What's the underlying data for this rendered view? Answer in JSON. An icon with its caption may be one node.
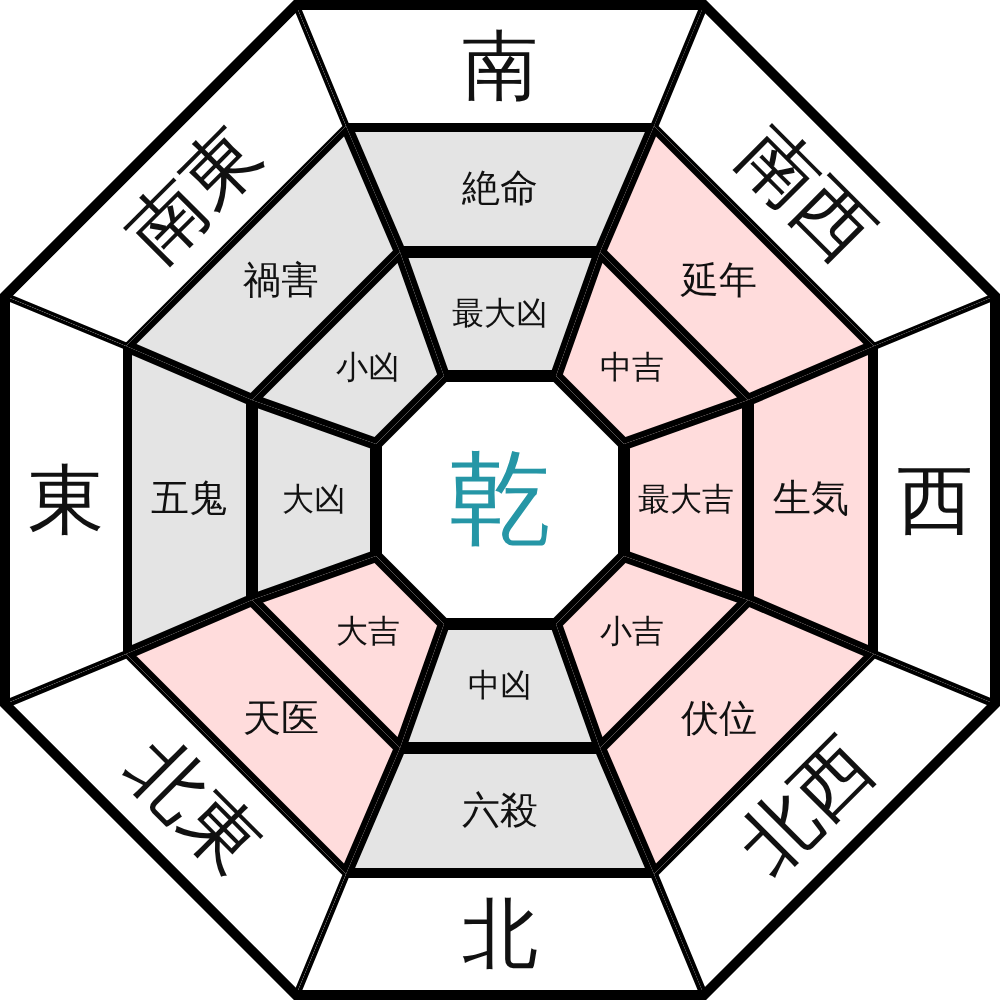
{
  "diagram": {
    "nodes": [
      {
        "text": [
          "南"
        ]
      },
      {
        "text": [
          "南西"
        ]
      },
      {
        "text": [
          "西"
        ]
      },
      {
        "text": [
          "北西"
        ]
      },
      {
        "text": [
          "北"
        ]
      },
      {
        "text": [
          "北東"
        ]
      },
      {
        "text": [
          "東"
        ]
      },
      {
        "text": [
          "南東"
        ]
      },
      {
        "text": [
          "絶命"
        ]
      },
      {
        "text": [
          "延年"
        ]
      },
      {
        "text": [
          "生気"
        ]
      },
      {
        "text": [
          "伏位"
        ]
      },
      {
        "text": [
          "六殺"
        ]
      },
      {
        "text": [
          "天医"
        ]
      },
      {
        "text": [
          "五鬼"
        ]
      },
      {
        "text": [
          "禍害"
        ]
      },
      {
        "text": [
          "最大凶"
        ]
      },
      {
        "text": [
          "中吉"
        ]
      },
      {
        "text": [
          "最大吉"
        ]
      },
      {
        "text": [
          "小吉"
        ]
      },
      {
        "text": [
          "中凶"
        ]
      },
      {
        "text": [
          "大吉"
        ]
      },
      {
        "text": [
          "大凶"
        ]
      },
      {
        "text": [
          "小凶"
        ]
      },
      {
        "text": [
          "乾"
        ]
      }
    ]
  }
}
